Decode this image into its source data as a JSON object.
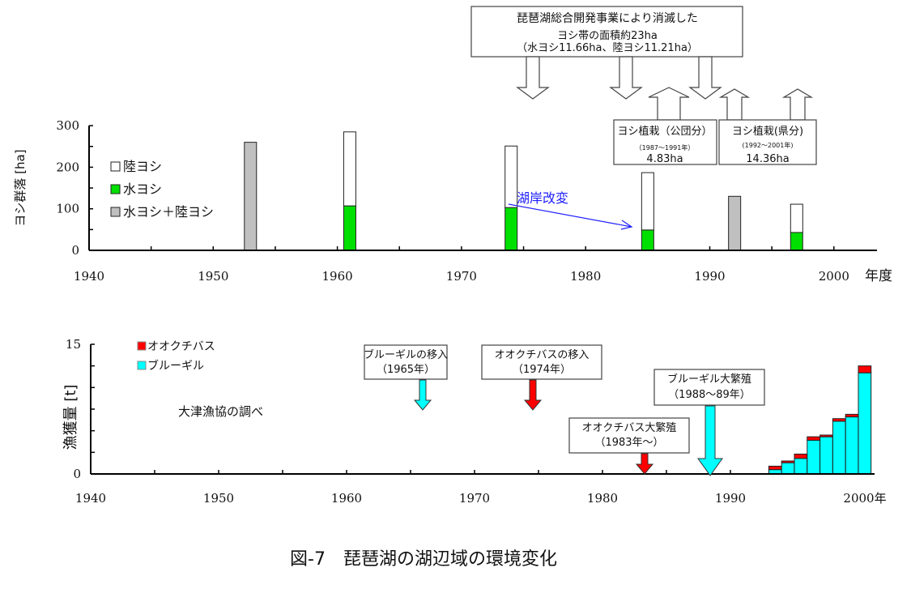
{
  "caption": "図-7　琵琶湖の湖辺域の環境変化",
  "colors": {
    "land_reed": "#ffffff",
    "water_reed": "#00e000",
    "combined": "#c0c0c0",
    "bass": "#ff0000",
    "bluegill": "#00ffff",
    "annotation_blue": "#2020ff"
  },
  "chart_data": [
    {
      "type": "bar",
      "stacked": true,
      "xlabel": "年度",
      "ylabel": "ヨシ群落 [ha]",
      "xlim": [
        1940,
        2005
      ],
      "ylim": [
        0,
        300
      ],
      "xticks": [
        1940,
        1950,
        1960,
        1970,
        1980,
        1990,
        2000
      ],
      "yticks": [
        0,
        100,
        200,
        300
      ],
      "legend_position": "top-left",
      "legend": [
        "陸ヨシ",
        "水ヨシ",
        "水ヨシ＋陸ヨシ"
      ],
      "x": [
        1953,
        1961,
        1974,
        1985,
        1992,
        1997
      ],
      "series": [
        {
          "name": "水ヨシ＋陸ヨシ",
          "values": [
            260,
            0,
            0,
            0,
            130,
            0
          ]
        },
        {
          "name": "水ヨシ",
          "values": [
            0,
            107,
            103,
            49,
            0,
            43
          ]
        },
        {
          "name": "陸ヨシ",
          "values": [
            0,
            178,
            148,
            138,
            0,
            68
          ]
        }
      ],
      "annotations": {
        "main_box": [
          "琵琶湖総合開発事業により消滅した",
          "ヨシ帯の面積約23ha",
          "（水ヨシ11.66ha、陸ヨシ11.21ha）"
        ],
        "planting_public": [
          "ヨシ植栽（公団分）",
          "（1987～1991年）",
          "4.83ha"
        ],
        "planting_pref": [
          "ヨシ植栽(県分)",
          "(1992～2001年)",
          "14.36ha"
        ],
        "shore_change": "湖岸改変"
      }
    },
    {
      "type": "bar",
      "stacked": true,
      "xlabel": "年",
      "ylabel": "漁獲量 [t]",
      "xlim": [
        1940,
        2002
      ],
      "ylim": [
        0,
        15
      ],
      "xticks": [
        1940,
        1950,
        1960,
        1970,
        1980,
        1990,
        2000
      ],
      "xtick_labels": [
        "1940",
        "1950",
        "1960",
        "1970",
        "1980",
        "1990",
        "2000年"
      ],
      "yticks": [
        0,
        5,
        10,
        15
      ],
      "ytick_labels": [
        "0",
        "",
        "",
        "15"
      ],
      "legend_position": "top-left",
      "legend": [
        "オオクチバス",
        "ブルーギル"
      ],
      "source_note": "大津漁協の調べ",
      "x": [
        1993,
        1994,
        1995,
        1996,
        1997,
        1998,
        1999,
        2000
      ],
      "series": [
        {
          "name": "ブルーギル",
          "values": [
            0.5,
            1.3,
            1.8,
            3.9,
            4.3,
            6.1,
            6.6,
            11.7
          ]
        },
        {
          "name": "オオクチバス",
          "values": [
            0.4,
            0.2,
            0.5,
            0.4,
            0.2,
            0.3,
            0.3,
            0.8
          ]
        }
      ],
      "annotations": {
        "bluegill_intro": [
          "ブルーギルの移入",
          "（1965年）"
        ],
        "bass_intro": [
          "オオクチバスの移入",
          "（1974年）"
        ],
        "bass_boom": [
          "オオクチバス大繁殖",
          "（1983年～）"
        ],
        "bluegill_boom": [
          "ブルーギル大繁殖",
          "（1988～89年）"
        ]
      }
    }
  ]
}
